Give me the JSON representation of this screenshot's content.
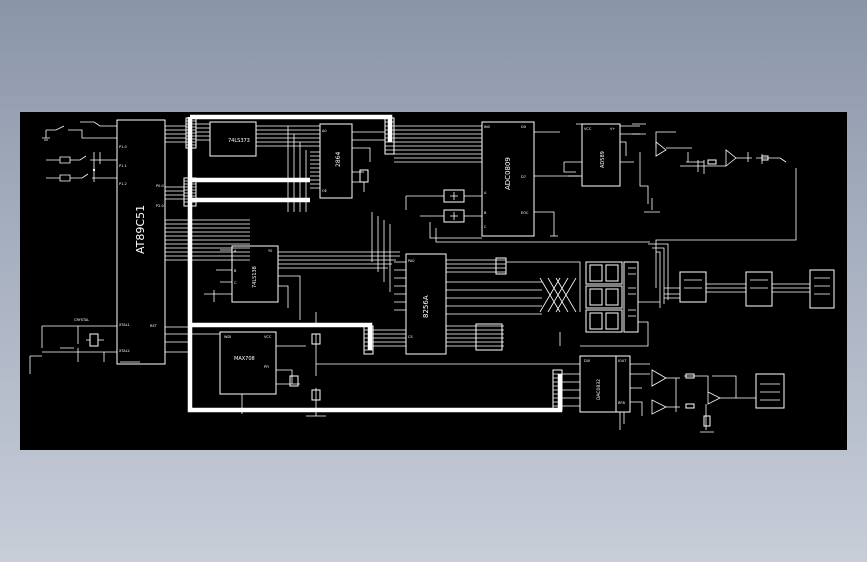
{
  "page": {
    "background_top": "#8a95a8",
    "background_bottom": "#c8cdd8",
    "sheet_color": "#000000",
    "line_color": "#ffffff"
  },
  "chips": {
    "mcu": "AT89C51",
    "latch": "74LS373",
    "eprom": "2864",
    "adc": "ADC0809",
    "ref": "AD589",
    "decoder": "74LS138",
    "watchdog": "MAX708",
    "ppi": "8256A",
    "dac": "DAC0832"
  }
}
